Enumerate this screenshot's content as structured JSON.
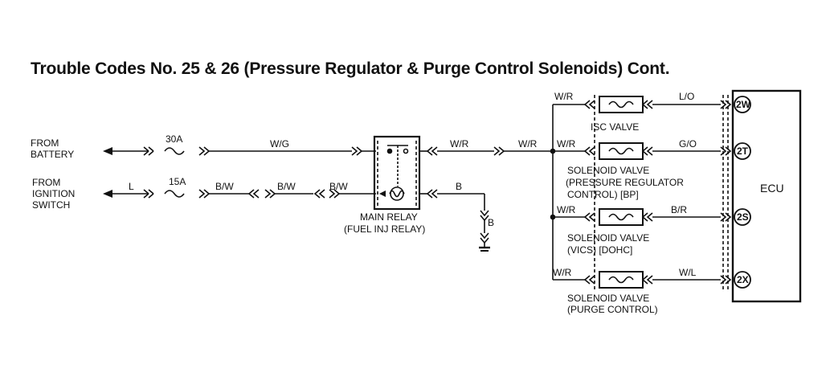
{
  "title": "Trouble Codes No. 25 & 26 (Pressure Regulator & Purge Control Solenoids) Cont.",
  "sources": {
    "battery_line1": "FROM",
    "battery_line2": "BATTERY",
    "ignition_line1": "FROM",
    "ignition_line2": "IGNITION",
    "ignition_line3": "SWITCH"
  },
  "fuses": {
    "fuse_30a": "30A",
    "fuse_15a": "15A"
  },
  "wires": {
    "w_g": "W/G",
    "l": "L",
    "b_w_1": "B/W",
    "b_w_2": "B/W",
    "b_w_3": "B/W",
    "w_r_1": "W/R",
    "w_r_2": "W/R",
    "w_r_isc": "W/R",
    "w_r_bp": "W/R",
    "w_r_vics": "W/R",
    "w_r_purge": "W/R",
    "b_ground": "B",
    "b_ground2": "B",
    "l_o": "L/O",
    "g_o": "G/O",
    "b_r": "B/R",
    "w_l": "W/L"
  },
  "relay": {
    "line1": "MAIN RELAY",
    "line2": "(FUEL INJ RELAY)"
  },
  "components": {
    "isc": "ISC VALVE",
    "bp_line1": "SOLENOID VALVE",
    "bp_line2": "(PRESSURE REGULATOR",
    "bp_line3": "CONTROL)       [BP]",
    "vics_line1": "SOLENOID VALVE",
    "vics_line2": "(VICS) [DOHC]",
    "purge_line1": "SOLENOID VALVE",
    "purge_line2": "(PURGE CONTROL)"
  },
  "ecu": {
    "label": "ECU",
    "terminals": [
      "2W",
      "2T",
      "2S",
      "2X"
    ]
  }
}
